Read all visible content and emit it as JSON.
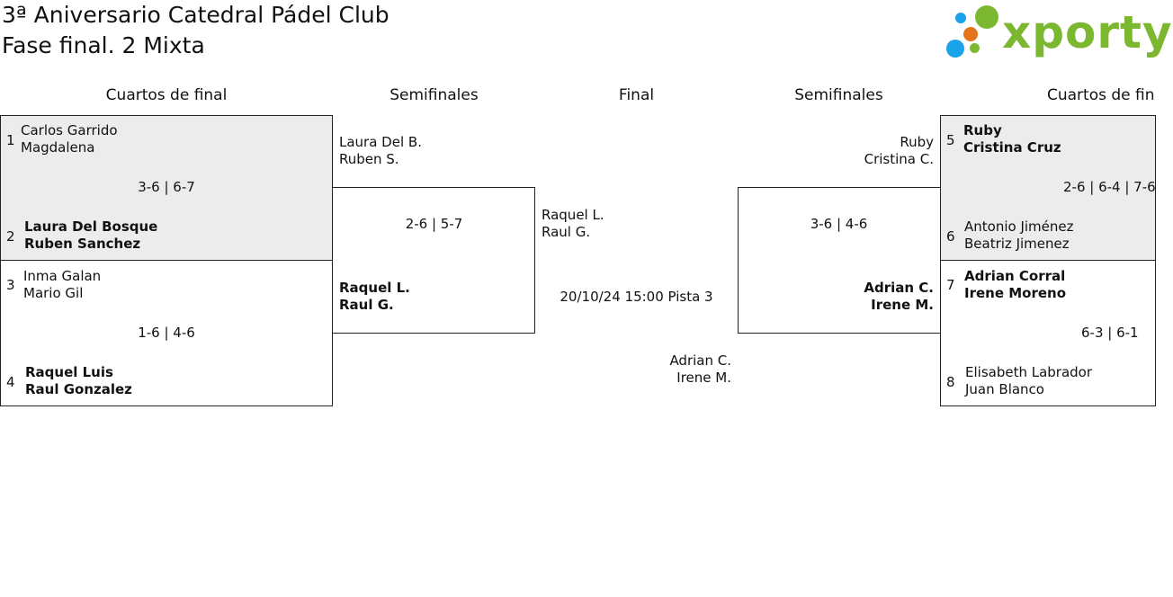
{
  "header": {
    "title_line1": "3ª Aniversario Catedral Pádel Club",
    "title_line2": "Fase final. 2 Mixta",
    "logo_text": "xporty",
    "logo_colors": {
      "blue": "#1aa3e8",
      "green": "#7cb82f",
      "orange": "#e5731a"
    }
  },
  "rounds": {
    "left_qf": "Cuartos de final",
    "left_sf": "Semifinales",
    "final": "Final",
    "right_sf": "Semifinales",
    "right_qf": "Cuartos de fin"
  },
  "qf1": {
    "seed_a": "1",
    "a1": "Carlos Garrido",
    "a2": "Magdalena",
    "seed_b": "2",
    "b1": "Laura Del Bosque",
    "b2": "Ruben Sanchez",
    "score": "3-6 | 6-7"
  },
  "qf2": {
    "seed_a": "3",
    "a1": "Inma Galan",
    "a2": "Mario Gil",
    "seed_b": "4",
    "b1": "Raquel Luis",
    "b2": "Raul Gonzalez",
    "score": "1-6 | 4-6"
  },
  "qf3": {
    "seed_a": "5",
    "a1": "Ruby",
    "a2": "Cristina Cruz",
    "seed_b": "6",
    "b1": "Antonio Jiménez",
    "b2": "Beatriz Jimenez",
    "score": "2-6 | 6-4 | 7-6"
  },
  "qf4": {
    "seed_a": "7",
    "a1": "Adrian Corral",
    "a2": "Irene Moreno",
    "seed_b": "8",
    "b1": "Elisabeth Labrador",
    "b2": "Juan Blanco",
    "score": "6-3 | 6-1"
  },
  "sf_left": {
    "a1": "Laura Del B.",
    "a2": "Ruben S.",
    "b1": "Raquel L.",
    "b2": "Raul G.",
    "score": "2-6 | 5-7"
  },
  "sf_right": {
    "a1": "Ruby",
    "a2": "Cristina C.",
    "b1": "Adrian C.",
    "b2": "Irene M.",
    "score": "3-6 | 4-6"
  },
  "final": {
    "a1": "Raquel L.",
    "a2": "Raul G.",
    "b1": "Adrian C.",
    "b2": "Irene M.",
    "info": "20/10/24 15:00 Pista 3"
  }
}
